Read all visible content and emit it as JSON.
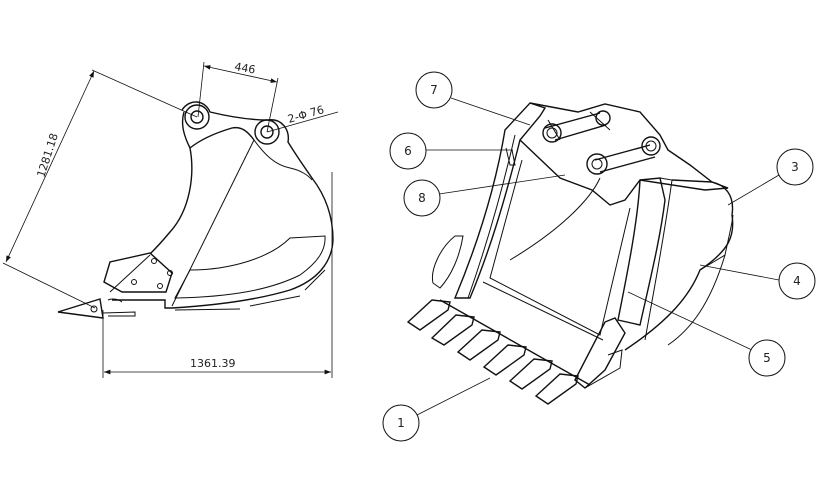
{
  "side_view": {
    "dimensions": {
      "pin_spacing": "446",
      "pin_diameter": "2-Φ 76",
      "height": "1281.18",
      "length": "1361.39"
    }
  },
  "iso_view": {
    "callouts": [
      "7",
      "6",
      "8",
      "3",
      "4",
      "5",
      "1"
    ]
  }
}
